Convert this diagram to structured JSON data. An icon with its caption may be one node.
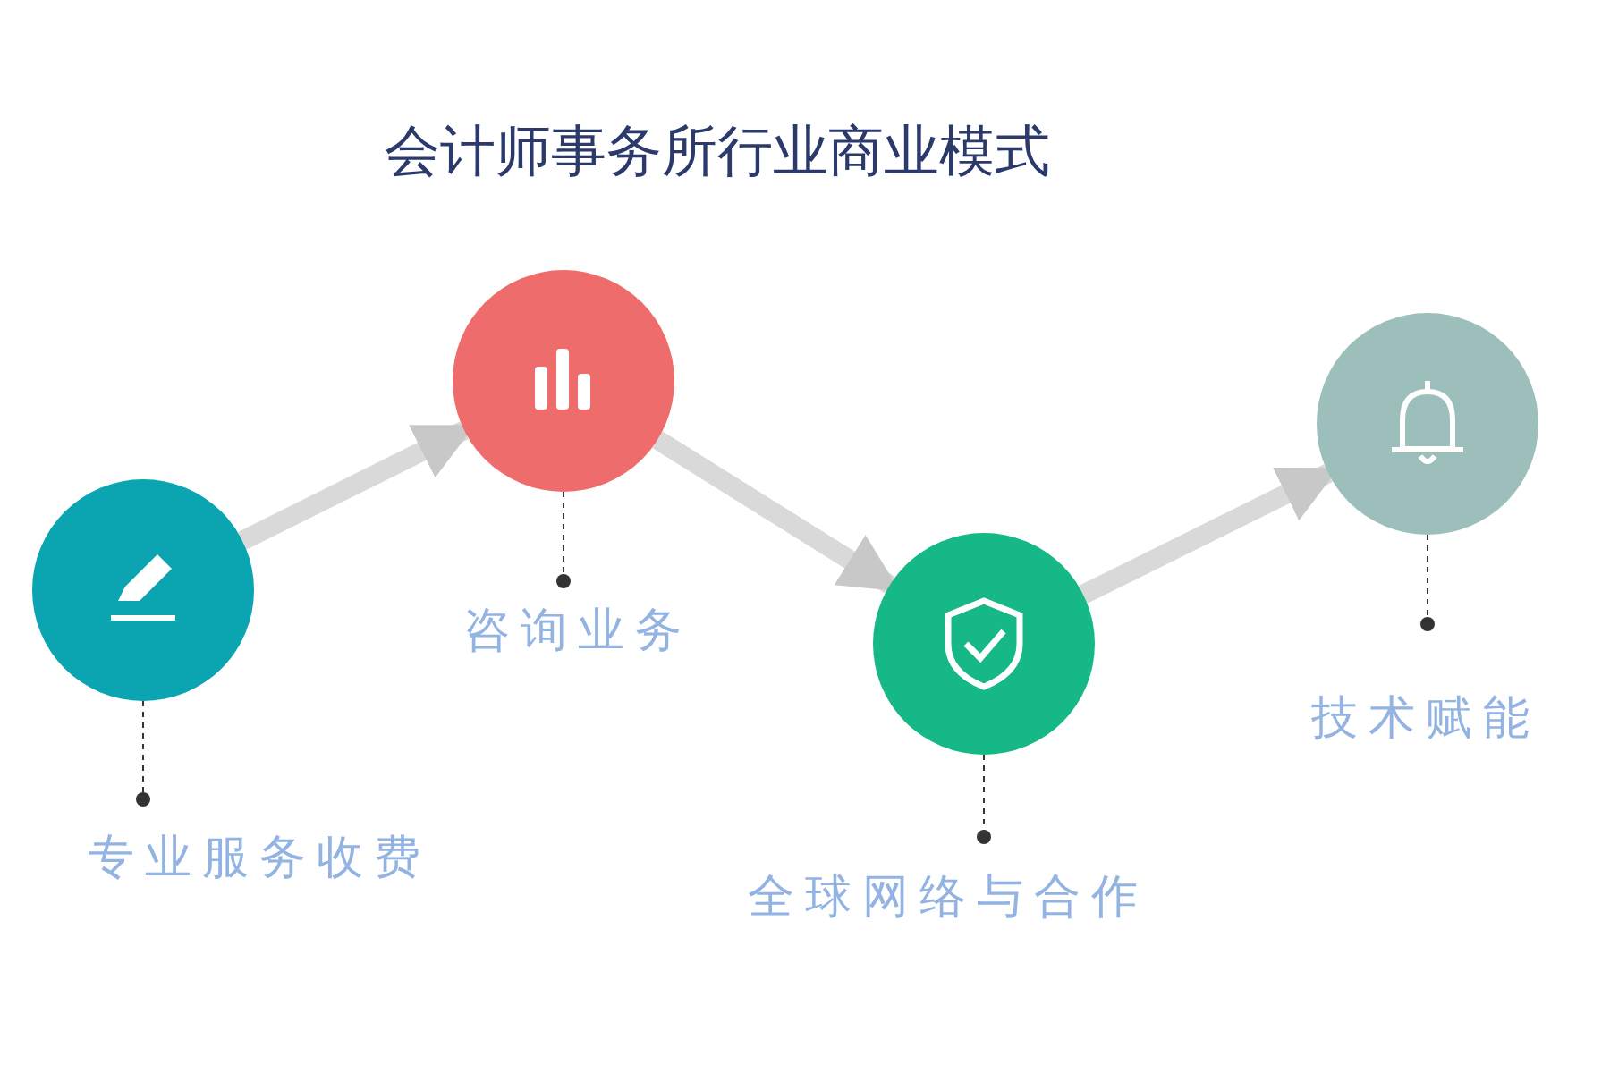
{
  "diagram": {
    "title": "会计师事务所行业商业模式",
    "nodes": [
      {
        "text": [],
        "shape": "circle"
      },
      {
        "text": [],
        "shape": "circle"
      },
      {
        "text": [],
        "shape": "circle"
      },
      {
        "text": [],
        "shape": "circle"
      },
      {
        "text": [
          "专业服务收费"
        ]
      },
      {
        "text": [
          "咨询业务"
        ]
      },
      {
        "text": [
          "全球网络与合作"
        ]
      },
      {
        "text": [
          "技术赋能"
        ]
      }
    ],
    "edges": [
      {
        "from": 0,
        "to": 1,
        "arrow": "to",
        "style": "thick",
        "color": "#d9d9d9"
      },
      {
        "from": 1,
        "to": 2,
        "arrow": "to",
        "style": "thick",
        "color": "#d9d9d9"
      },
      {
        "from": 2,
        "to": 3,
        "arrow": "to",
        "style": "thick",
        "color": "#d9d9d9"
      },
      {
        "from": 0,
        "to": 4,
        "arrow": "other",
        "style": "dashed"
      },
      {
        "from": 1,
        "to": 5,
        "arrow": "other",
        "style": "dashed"
      },
      {
        "from": 2,
        "to": 6,
        "arrow": "other",
        "style": "dashed"
      },
      {
        "from": 3,
        "to": 7,
        "arrow": "other",
        "style": "dashed"
      }
    ]
  }
}
